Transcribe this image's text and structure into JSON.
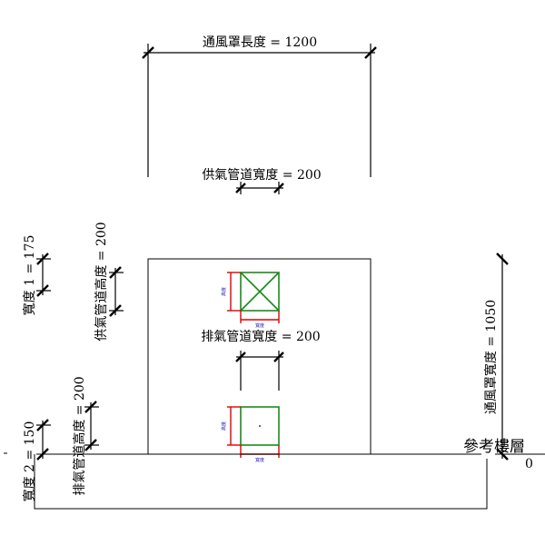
{
  "dimensions": {
    "hood_length": "通風罩長度 = 1200",
    "supply_duct_width": "供氣管道寬度 = 200",
    "exhaust_duct_width": "排氣管道寬度 = 200",
    "width_1": "寬度 1 = 175",
    "supply_duct_height": "供氣管道高度 = 200",
    "width_2": "寬度 2 = 150",
    "exhaust_duct_height": "排氣管道高度 = 200",
    "hood_width": "通風罩寬度 = 1050"
  },
  "connector_labels": {
    "height": "高度",
    "width": "寬度"
  },
  "level": {
    "name": "參考樓層",
    "elevation": "0"
  },
  "colors": {
    "connector_outline": "#1a8a1a",
    "connector_dims": "#e00000",
    "connector_text": "#2020c0"
  }
}
